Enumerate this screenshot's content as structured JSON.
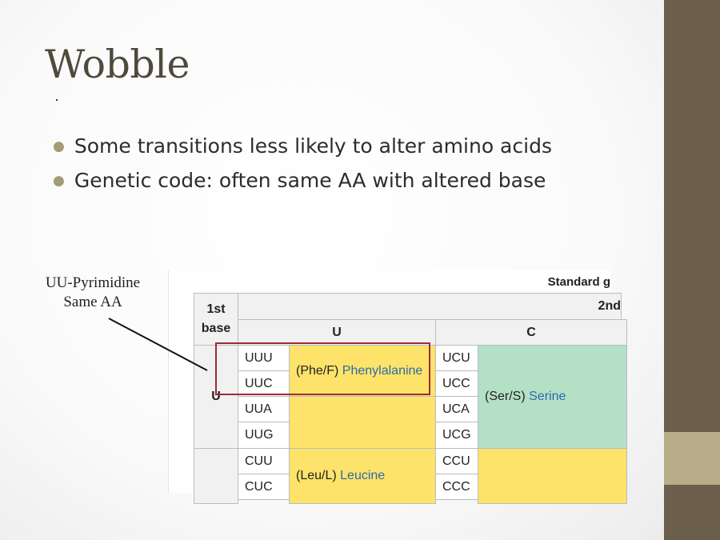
{
  "slide": {
    "title": "Wobble",
    "bullets": [
      "Some transitions less likely to alter amino acids",
      "Genetic code: often same AA with altered base"
    ],
    "callout": {
      "line1": "UU-Pyrimidine",
      "line2": "Same AA"
    }
  },
  "table": {
    "caption": "Standard g",
    "first_base_header_1": "1st",
    "first_base_header_2": "base",
    "second_base_header": "2nd",
    "col_u": "U",
    "col_c": "C",
    "row_u_label": "U",
    "col_u_codons": [
      "UUU",
      "UUC",
      "UUA",
      "UUG",
      "CUU",
      "CUC"
    ],
    "col_c_codons": [
      "UCU",
      "UCC",
      "UCA",
      "UCG",
      "CCU",
      "CCC"
    ],
    "phe": {
      "abbr": "(Phe/F)",
      "name": "Phenylalanine"
    },
    "leu": {
      "abbr": "(Leu/L)",
      "name": "Leucine"
    },
    "ser": {
      "abbr": "(Ser/S)",
      "name": "Serine"
    }
  },
  "colors": {
    "title": "#4e4a3c",
    "bullet_marker": "#a49b77",
    "side_bar": "#6b5e4a",
    "side_accent": "#b7ad88",
    "amino_yellow": "#fde36a",
    "amino_green": "#b4e0c6",
    "amino_name_blue": "#2e6aa8",
    "highlight_box": "#9e2a35"
  }
}
